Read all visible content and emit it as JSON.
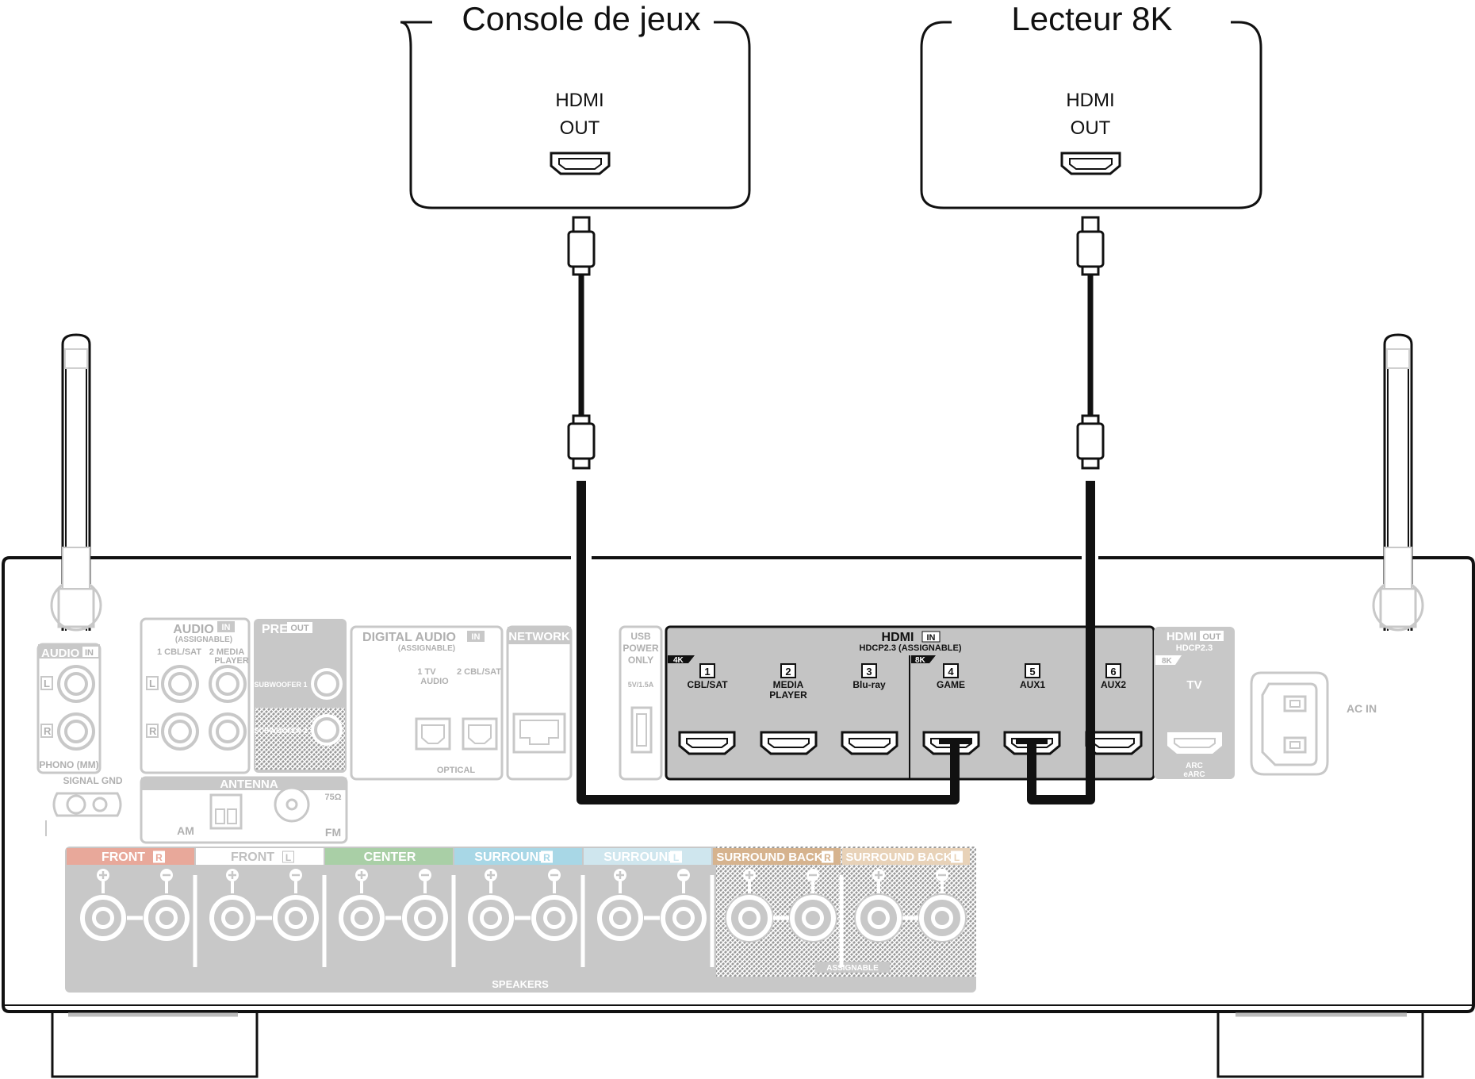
{
  "devices": {
    "console": {
      "title": "Console de jeux",
      "port_line1": "HDMI",
      "port_line2": "OUT"
    },
    "player": {
      "title": "Lecteur 8K",
      "port_line1": "HDMI",
      "port_line2": "OUT"
    }
  },
  "receiver": {
    "audio_in_left": {
      "title": "AUDIO",
      "badge": "IN",
      "label": "PHONO (MM)"
    },
    "audio_in": {
      "title": "AUDIO",
      "badge": "IN",
      "sub": "(ASSIGNABLE)",
      "col1": "1 CBL/SAT",
      "col2": "2 MEDIA",
      "col2b": "PLAYER"
    },
    "pre_out": {
      "title": "PRE",
      "badge": "OUT",
      "sub1": "SUBWOOFER 1",
      "sub2": "SUBWOOFER 2"
    },
    "signal_gnd": "SIGNAL GND",
    "antenna": {
      "title": "ANTENNA",
      "am": "AM",
      "fm": "FM",
      "ohm": "75Ω"
    },
    "digital_audio": {
      "title": "DIGITAL AUDIO",
      "badge": "IN",
      "sub": "(ASSIGNABLE)",
      "in1": "1   TV",
      "in1b": "AUDIO",
      "in2": "2 CBL/SAT",
      "optical": "OPTICAL"
    },
    "network": "NETWORK",
    "usb": {
      "l1": "USB",
      "l2": "POWER",
      "l3": "ONLY",
      "rating": "5V/1.5A"
    },
    "hdmi_in": {
      "title": "HDMI",
      "badge": "IN",
      "sub": "HDCP2.3  (ASSIGNABLE)",
      "tag4k": "4K",
      "tag8k": "8K",
      "ports": [
        {
          "num": "1",
          "name": "CBL/SAT",
          "name2": ""
        },
        {
          "num": "2",
          "name": "MEDIA",
          "name2": "PLAYER"
        },
        {
          "num": "3",
          "name": "Blu-ray",
          "name2": ""
        },
        {
          "num": "4",
          "name": "GAME",
          "name2": ""
        },
        {
          "num": "5",
          "name": "AUX1",
          "name2": ""
        },
        {
          "num": "6",
          "name": "AUX2",
          "name2": ""
        }
      ]
    },
    "hdmi_out": {
      "title": "HDMI",
      "badge": "OUT",
      "sub": "HDCP2.3",
      "tag8k": "8K",
      "tv": "TV",
      "arc1": "ARC",
      "arc2": "eARC"
    },
    "ac_in": "AC IN",
    "speakers": {
      "label": "SPEAKERS",
      "assignable": "ASSIGNABLE",
      "groups": [
        {
          "name": "FRONT",
          "side": "R",
          "color": "#e8a89a"
        },
        {
          "name": "FRONT",
          "side": "L",
          "color": "#ffffff"
        },
        {
          "name": "CENTER",
          "side": "",
          "color": "#a9cfa6"
        },
        {
          "name": "SURROUND",
          "side": "R",
          "color": "#a8d7e6"
        },
        {
          "name": "SURROUND",
          "side": "L",
          "color": "#cfe6ee"
        },
        {
          "name": "SURROUND BACK",
          "side": "R",
          "color": "#d6b38e"
        },
        {
          "name": "SURROUND BACK",
          "side": "L",
          "color": "#e8d2b8"
        }
      ]
    }
  },
  "colors": {
    "outline": "#111111",
    "faded": "#c8c8c8",
    "panel": "#c8c8c8",
    "hdmi_panel": "#c4c4c4"
  }
}
